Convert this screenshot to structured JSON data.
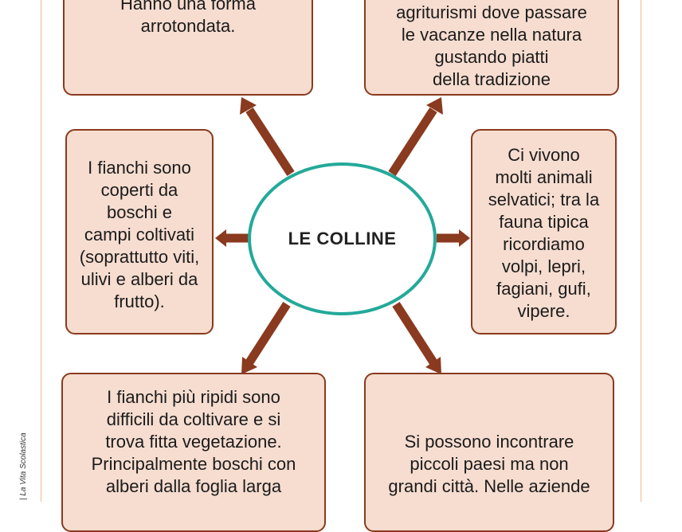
{
  "center": {
    "label": "LE COLLINE"
  },
  "boxes": {
    "top_left": "Hanno una forma\narrotondata.",
    "top_right": "agriturismi dove passare\nle vacanze nella natura\ngustando piatti\ndella tradizione",
    "mid_left": "I fianchi sono\ncoperti da\nboschi e\ncampi coltivati\n(soprattutto viti,\nulivi e alberi da\nfrutto).",
    "mid_right": "Ci vivono\nmolti animali\nselvatici; tra la\nfauna tipica\nricordiamo\nvolpi, lepri,\nfagiani, gufi,\nvipere.",
    "bottom_left": "I fianchi più ripidi sono\ndifficili da coltivare e si\ntrova fitta vegetazione.\nPrincipalmente boschi con\nalberi dalla foglia larga",
    "bottom_right": "Si possono incontrare\npiccoli paesi ma non\ngrandi città. Nelle aziende"
  },
  "credit": "| La Vita Scolastica",
  "colors": {
    "arrow": "#8a3a1f",
    "box_fill": "#f6ddd0",
    "box_border": "#8a3a1f",
    "ellipse": "#23a999",
    "frame": "#f2b894"
  }
}
